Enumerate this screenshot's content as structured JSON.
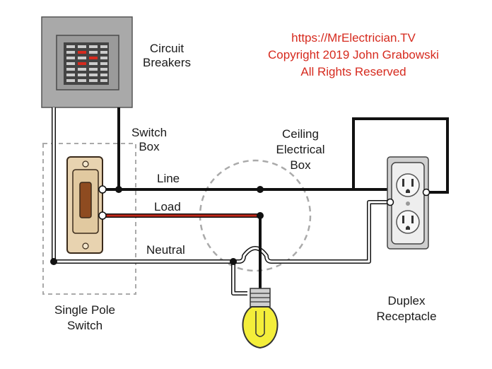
{
  "copyright": {
    "url": "https://MrElectrician.TV",
    "line2": "Copyright 2019 John Grabowski",
    "line3": "All Rights Reserved",
    "color": "#d62a1e"
  },
  "labels": {
    "circuit_breakers": [
      "Circuit",
      "Breakers"
    ],
    "switch_box": [
      "Switch",
      "Box"
    ],
    "ceiling_box": [
      "Ceiling",
      "Electrical",
      "Box"
    ],
    "line": "Line",
    "load": "Load",
    "neutral": "Neutral",
    "single_pole_switch": [
      "Single Pole",
      "Switch"
    ],
    "duplex_receptacle": [
      "Duplex",
      "Receptacle"
    ]
  },
  "colors": {
    "line_wire": "#111111",
    "load_wire": "#c1281a",
    "neutral_wire": "#ffffff",
    "panel": "#a9a9a9",
    "bulb": "#f4ee3a",
    "box_outline": "#aaaaaa"
  }
}
